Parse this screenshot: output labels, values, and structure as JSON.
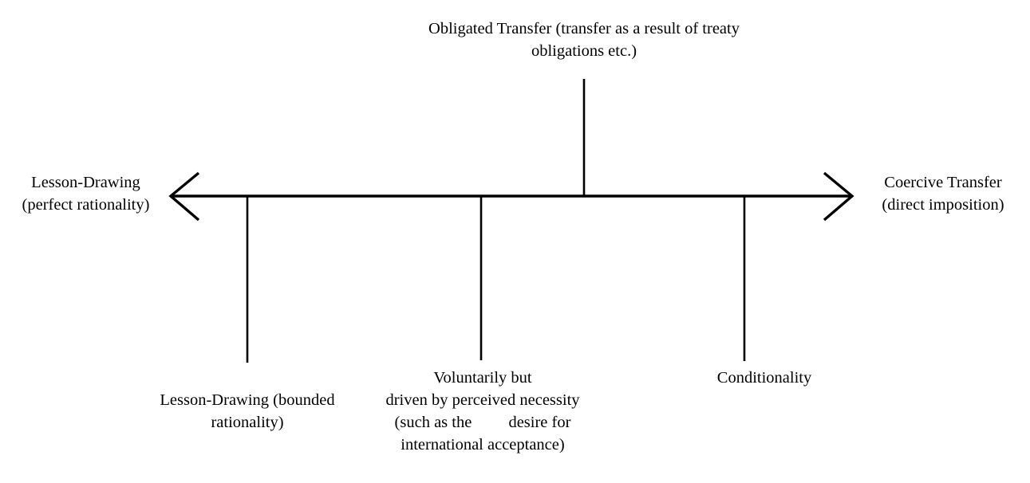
{
  "diagram": {
    "type": "continuum-spectrum",
    "background_color": "#ffffff",
    "stroke_color": "#000000",
    "axis": {
      "label_left": "Lesson-Drawing\n(perfect rationality)",
      "label_right": "Coercive Transfer\n(direct imposition)"
    },
    "top_branch": {
      "label": "Obligated Transfer (transfer as a result of treaty\nobligations etc.)"
    },
    "bottom_branches": [
      {
        "id": "lesson-drawing-bounded",
        "label": "Lesson-Drawing (bounded\nrationality)"
      },
      {
        "id": "voluntarily-but-driven",
        "label": "Voluntarily but\ndriven by perceived necessity\n(such as the         desire for\ninternational acceptance)"
      },
      {
        "id": "conditionality",
        "label": "Conditionality"
      }
    ]
  }
}
